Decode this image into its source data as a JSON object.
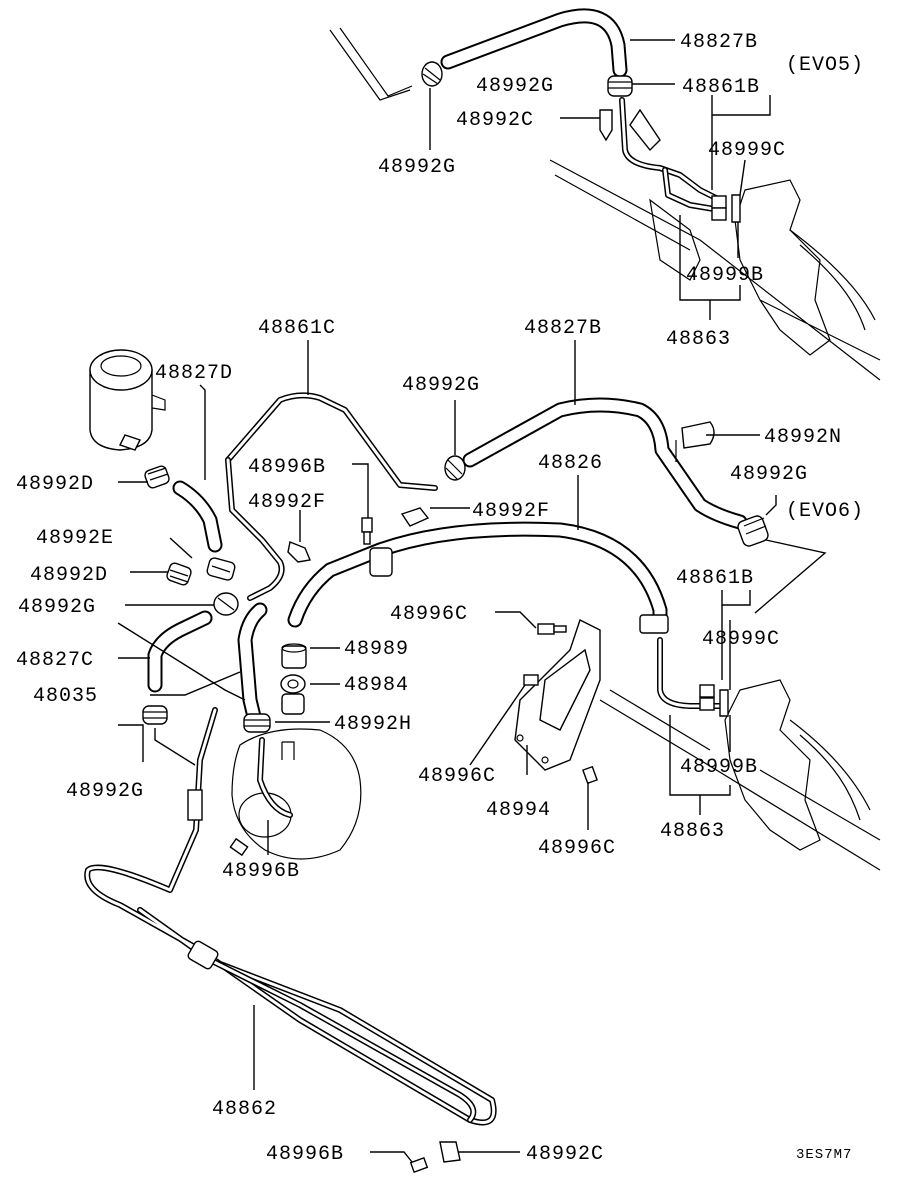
{
  "diagram": {
    "reference_code": "3ES7M7",
    "variants": {
      "evo5": "(EVO5)",
      "evo6": "(EVO6)"
    },
    "labels": {
      "p48827B_top": "48827B",
      "p48992G_top1": "48992G",
      "p48992C_top": "48992C",
      "p48992G_top2": "48992G",
      "p48861B_top": "48861B",
      "p48999C_top": "48999C",
      "p48999B_top": "48999B",
      "p48863_top": "48863",
      "p48861C": "48861C",
      "p48827B_mid": "48827B",
      "p48827D": "48827D",
      "p48992G_mid": "48992G",
      "p48992N": "48992N",
      "p48992D_1": "48992D",
      "p48996B_1": "48996B",
      "p48826": "48826",
      "p48992G_right": "48992G",
      "p48992F_1": "48992F",
      "p48992F_2": "48992F",
      "p48992E": "48992E",
      "p48992D_2": "48992D",
      "p48861B_bot": "48861B",
      "p48992G_left": "48992G",
      "p48996C_1": "48996C",
      "p48999C_bot": "48999C",
      "p48989": "48989",
      "p48827C": "48827C",
      "p48984": "48984",
      "p48035": "48035",
      "p48992H": "48992H",
      "p48992G_low": "48992G",
      "p48996C_2": "48996C",
      "p48999B_bot": "48999B",
      "p48994": "48994",
      "p48863_bot": "48863",
      "p48996C_3": "48996C",
      "p48996B_2": "48996B",
      "p48862": "48862",
      "p48996B_3": "48996B",
      "p48992C_bot": "48992C"
    }
  }
}
